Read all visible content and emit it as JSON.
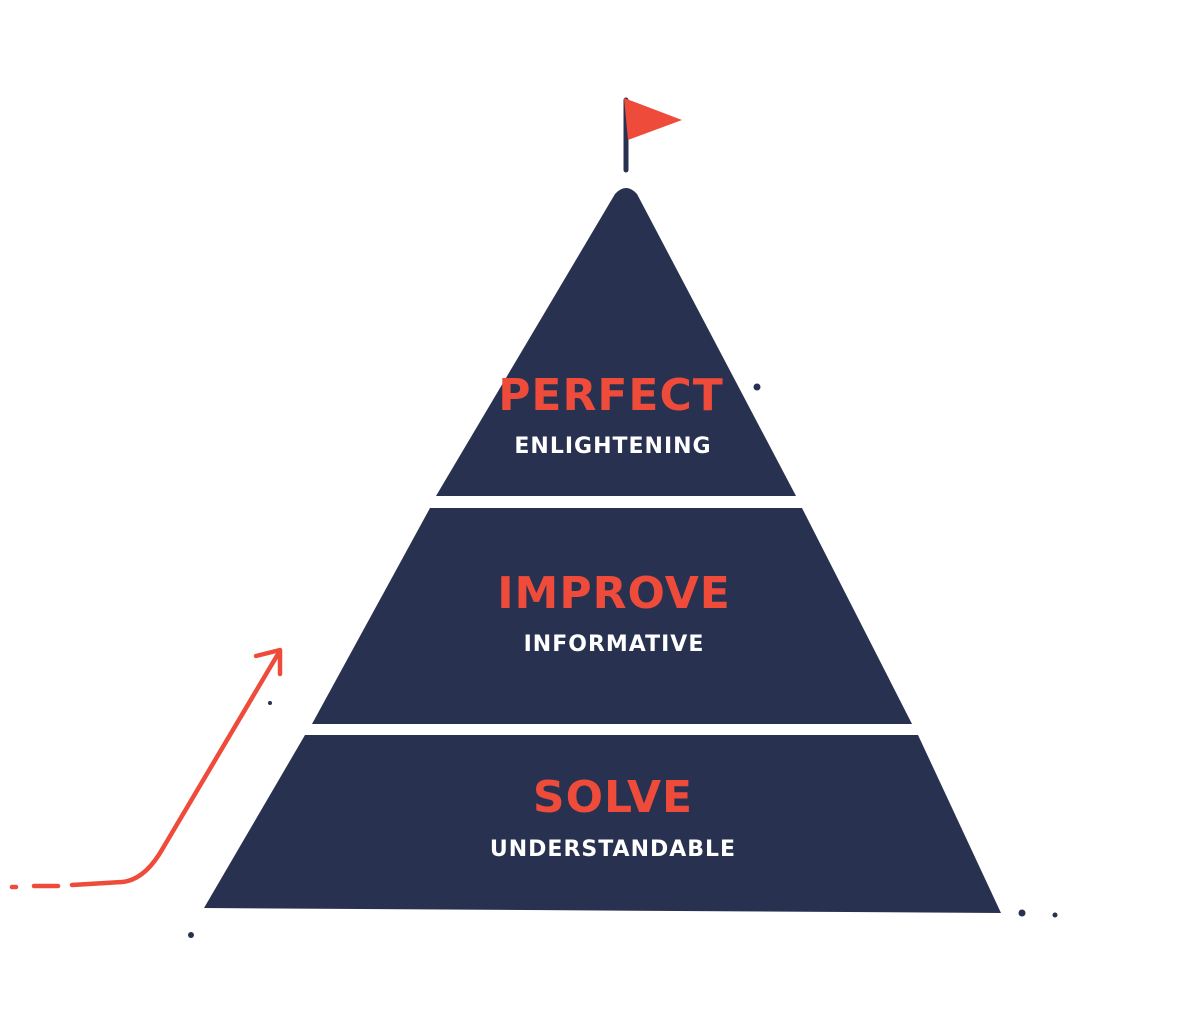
{
  "colors": {
    "pyramid": "#283150",
    "accent": "#ee4b3b",
    "divider": "#ffffff",
    "subtitle": "#ffffff",
    "background": "#ffffff"
  },
  "icons": {
    "summit": "flag-icon",
    "progress": "arrow-up-right-icon"
  },
  "tiers": [
    {
      "title": "PERFECT",
      "subtitle": "ENLIGHTENING"
    },
    {
      "title": "IMPROVE",
      "subtitle": "INFORMATIVE"
    },
    {
      "title": "SOLVE",
      "subtitle": "UNDERSTANDABLE"
    }
  ]
}
